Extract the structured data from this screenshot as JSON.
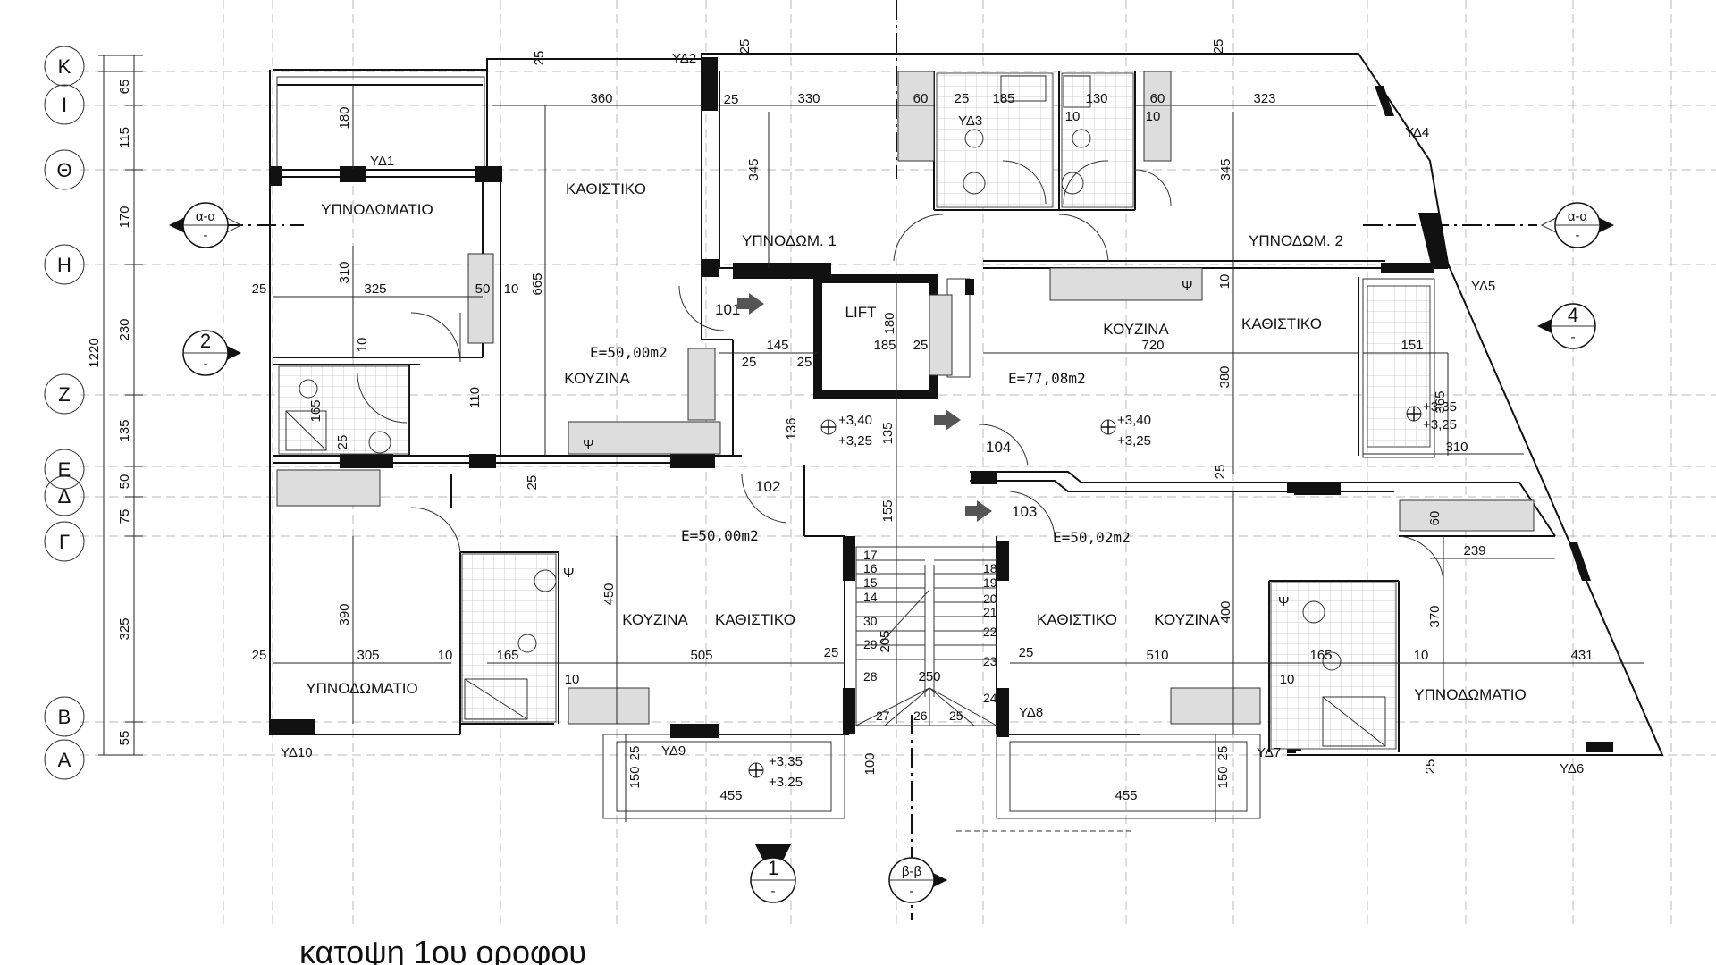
{
  "title": "κατοψη 1ου οροφου",
  "grid_labels": [
    "Κ",
    "Ι",
    "Θ",
    "Η",
    "Ζ",
    "Ε",
    "Δ",
    "Γ",
    "Β",
    "Α"
  ],
  "grid_spacings": [
    "65",
    "115",
    "170",
    "230",
    "135",
    "50",
    "75",
    "325",
    "55"
  ],
  "grid_total": "1220",
  "rooms": {
    "living_nw": "ΚΑΘΙΣΤΙΚΟ",
    "bedroom_nw": "ΥΠΝΟΔΩΜΑΤΙΟ",
    "kitchen_nw": "ΚΟΥΖΙΝΑ",
    "bedroom1": "ΥΠΝΟΔΩΜ. 1",
    "bedroom2": "ΥΠΝΟΔΩΜ. 2",
    "kitchen_ne": "ΚΟΥΖΙΝΑ",
    "living_ne": "ΚΑΘΙΣΤΙΚΟ",
    "lift": "LIFT",
    "kitchen_sw": "ΚΟΥΖΙΝΑ",
    "living_sw": "ΚΑΘΙΣΤΙΚΟ",
    "bedroom_sw": "ΥΠΝΟΔΩΜΑΤΙΟ",
    "living_se": "ΚΑΘΙΣΤΙΚΟ",
    "kitchen_se": "ΚΟΥΖΙΝΑ",
    "bedroom_se": "ΥΠΝΟΔΩΜΑΤΙΟ"
  },
  "areas": {
    "a101": "E=50,00m2",
    "a104": "E=77,08m2",
    "a102": "E=50,00m2",
    "a103": "E=50,02m2"
  },
  "apartments": {
    "d101": "101",
    "d102": "102",
    "d103": "103",
    "d104": "104"
  },
  "levels": {
    "center_top": "+3,40",
    "center_bot": "+3,25",
    "ne_top": "+3,40",
    "ne_bot": "+3,25",
    "east_top": "+3,35",
    "east_bot": "+3,25",
    "balc_top": "+3,35",
    "balc_bot": "+3,25"
  },
  "windows": {
    "yd1": "ΥΔ1",
    "yd2": "ΥΔ2",
    "yd3": "ΥΔ3",
    "yd4": "ΥΔ4",
    "yd5": "ΥΔ5",
    "yd6": "ΥΔ6",
    "yd7": "ΥΔ7",
    "yd8": "ΥΔ8",
    "yd9": "ΥΔ9",
    "yd10": "ΥΔ10"
  },
  "sections": {
    "aa_left": "α-α",
    "aa_right": "α-α",
    "dash": "-",
    "s2": "2",
    "s4": "4",
    "s1": "1",
    "bb": "β-β"
  },
  "dims": {
    "d25a": "25",
    "d360": "360",
    "d180": "180",
    "d665": "665",
    "d330": "330",
    "d345a": "345",
    "d25b": "25",
    "d25c": "25",
    "d60a": "60",
    "d185a": "185",
    "d130": "130",
    "d60b": "60",
    "d10a": "10",
    "d10b": "10",
    "d323": "323",
    "d345b": "345",
    "d25d": "25",
    "d25e": "25",
    "d325": "325",
    "d310a": "310",
    "d50": "50",
    "d10c": "10",
    "d10d": "10",
    "d165a": "165",
    "d25f": "25",
    "d110": "110",
    "d145": "145",
    "d25g": "25",
    "d25h": "25",
    "d185b": "185",
    "d180b": "180",
    "d25i": "25",
    "d720": "720",
    "d10e": "10",
    "d380": "380",
    "d151": "151",
    "d365": "365",
    "d310b": "310",
    "d25j": "25",
    "d25k": "25",
    "d136": "136",
    "d135": "135",
    "d155": "155",
    "d60c": "60",
    "d239": "239",
    "d370": "370",
    "d390": "390",
    "d450": "450",
    "d305": "305",
    "d10f": "10",
    "d165b": "165",
    "d505": "505",
    "d25l": "25",
    "d25m": "25",
    "d10g": "10",
    "d25n": "25",
    "d400": "400",
    "d510": "510",
    "d165c": "165",
    "d10h": "10",
    "d431": "431",
    "d10i": "10",
    "d25o": "25",
    "d25p": "25",
    "d150a": "150",
    "d455a": "455",
    "d100": "100",
    "d250": "250",
    "d150b": "150",
    "d455b": "455",
    "d25q": "25",
    "d25r": "25",
    "d205": "205"
  },
  "stairs": [
    "17",
    "16",
    "15",
    "14",
    "30",
    "29",
    "28",
    "27",
    "26",
    "25",
    "24",
    "23",
    "22",
    "21",
    "20",
    "19",
    "18"
  ],
  "appliance_glyph": "Ψ"
}
